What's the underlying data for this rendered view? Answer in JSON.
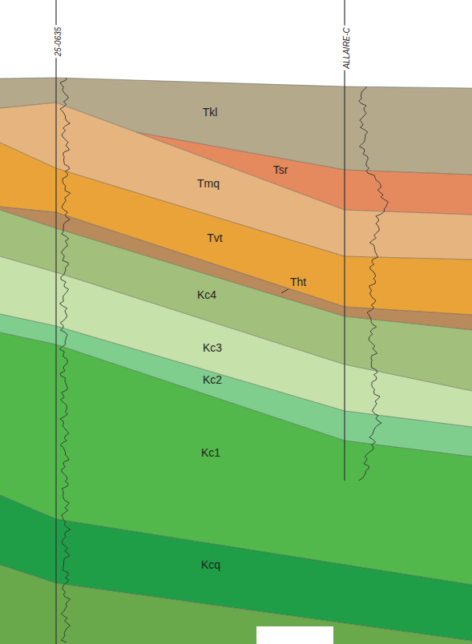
{
  "diagram": {
    "nodes": [
      {
        "text": [
          "Tkl"
        ]
      },
      {
        "text": [
          "Tsr"
        ]
      },
      {
        "text": [
          "Tmq"
        ]
      },
      {
        "text": [
          "Tvt"
        ]
      },
      {
        "text": [
          "Tht"
        ]
      },
      {
        "text": [
          "Kc4"
        ]
      },
      {
        "text": [
          "Kc3"
        ]
      },
      {
        "text": [
          "Kc2"
        ]
      },
      {
        "text": [
          "Kc1"
        ]
      },
      {
        "text": [
          "Kcq"
        ]
      }
    ],
    "labels": [
      "25-0635",
      "ALLAIRE-C"
    ]
  }
}
